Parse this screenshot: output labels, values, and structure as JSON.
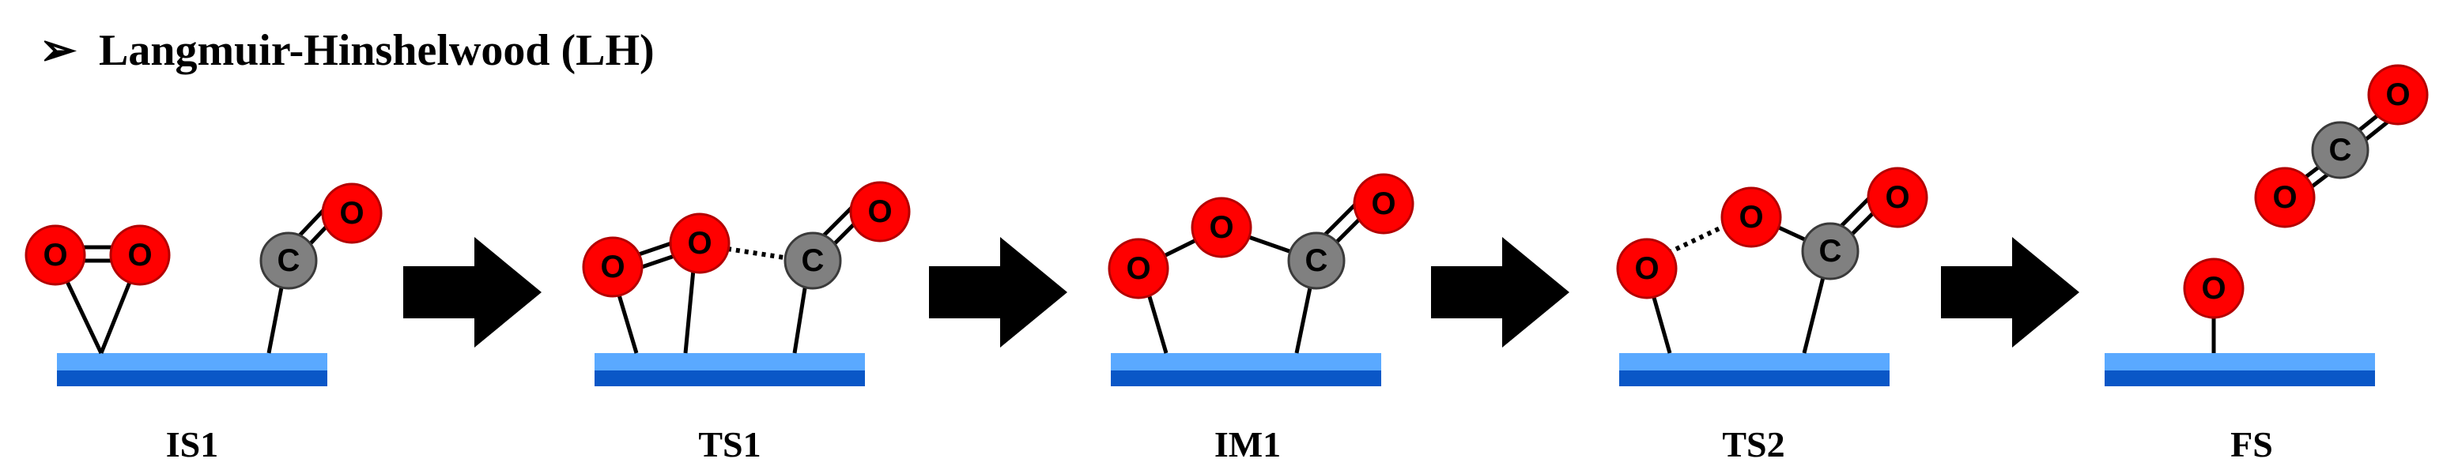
{
  "title": {
    "marker": "➢",
    "text": "Langmuir-Hinshelwood (LH)"
  },
  "colors": {
    "oxygen": "#ff0000",
    "carbon": "#808080",
    "surface_top": "#5aa9ff",
    "surface_bottom": "#0a57c7",
    "arrow": "#000000"
  },
  "atom_labels": {
    "oxygen": "O",
    "carbon": "C"
  },
  "states": [
    {
      "label": "IS1"
    },
    {
      "label": "TS1"
    },
    {
      "label": "IM1"
    },
    {
      "label": "TS2"
    },
    {
      "label": "FS"
    }
  ],
  "arrow_icon": "right-arrow-icon"
}
